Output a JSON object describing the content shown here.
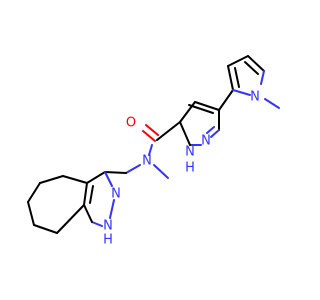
{
  "colors": {
    "bond": "#000000",
    "nitrogen": "#3333ff",
    "oxygen": "#ff0000",
    "background": "#ffffff"
  },
  "atoms": {
    "o": "O",
    "n_amide": "N",
    "n_pz_top": "N",
    "nh_pz_top": "N",
    "h_pz_top": "H",
    "n_pyrrole": "N",
    "n_indazole": "N",
    "nh_indazole": "N",
    "h_indazole": "H"
  }
}
